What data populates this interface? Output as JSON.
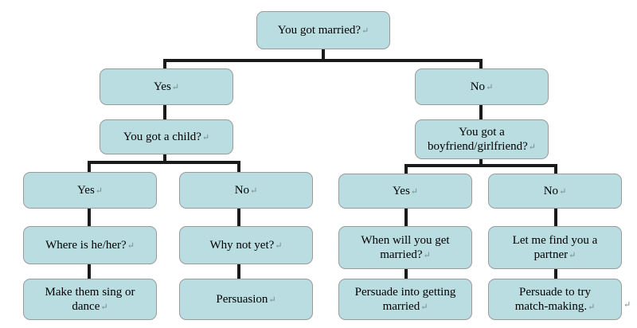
{
  "diagram": {
    "title": "Marriage decision tree",
    "type": "flowchart",
    "colors": {
      "node_fill": "#b9dde1",
      "node_border": "#9a9a9a",
      "connector": "#1a1a1a",
      "background": "#ffffff",
      "pilcrow": "#6f8b93"
    },
    "paragraph_mark": "↵",
    "nodes": {
      "root": {
        "text": "You got married?",
        "mark": "↵"
      },
      "l1_yes": {
        "text": "Yes",
        "mark": "↵"
      },
      "l1_no": {
        "text": "No",
        "mark": "↵"
      },
      "l2_child": {
        "text": "You got a child?",
        "mark": "↵"
      },
      "l2_partner_line1": {
        "text": "You got a"
      },
      "l2_partner_line2": {
        "text": "boyfriend/girlfriend?",
        "mark": "↵"
      },
      "l3_yes_a": {
        "text": "Yes",
        "mark": "↵"
      },
      "l3_no_a": {
        "text": "No",
        "mark": "↵"
      },
      "l3_yes_b": {
        "text": "Yes",
        "mark": "↵"
      },
      "l3_no_b": {
        "text": "No",
        "mark": "↵"
      },
      "l4_a": {
        "text": "Where is he/her?",
        "mark": "↵"
      },
      "l4_b": {
        "text": "Why not yet?",
        "mark": "↵"
      },
      "l4_c_line1": {
        "text": "When will you get"
      },
      "l4_c_line2": {
        "text": "married?",
        "mark": "↵"
      },
      "l4_d_line1": {
        "text": "Let me find you a"
      },
      "l4_d_line2": {
        "text": "partner",
        "mark": "↵"
      },
      "l5_a_line1": {
        "text": "Make them sing or"
      },
      "l5_a_line2": {
        "text": "dance",
        "mark": "↵"
      },
      "l5_b": {
        "text": "Persuasion",
        "mark": "↵"
      },
      "l5_c_line1": {
        "text": "Persuade into getting"
      },
      "l5_c_line2": {
        "text": "married",
        "mark": "↵"
      },
      "l5_d_line1": {
        "text": "Persuade to try"
      },
      "l5_d_line2": {
        "text": "match-making.",
        "mark": "↵"
      }
    },
    "stray_mark": {
      "text": "↵"
    }
  }
}
